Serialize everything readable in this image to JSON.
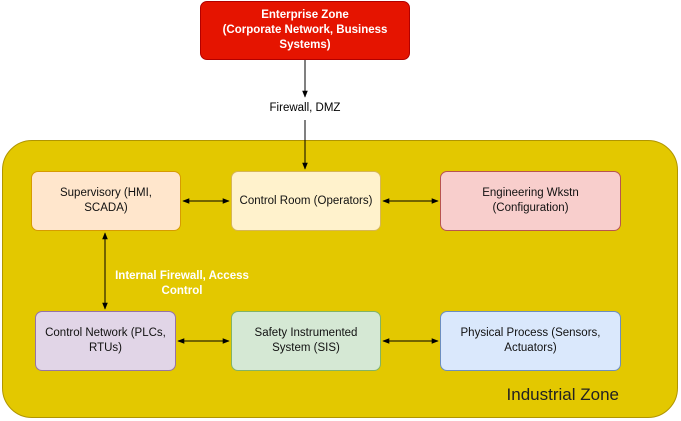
{
  "colors": {
    "enterprise_fill": "#e51400",
    "enterprise_border": "#b20000",
    "industrial_fill": "#e3c800",
    "industrial_border": "#b09500",
    "supervisory_fill": "#ffe6cc",
    "supervisory_border": "#d79b00",
    "control_room_fill": "#fff2cc",
    "control_room_border": "#d6b656",
    "engineering_fill": "#f8cecc",
    "engineering_border": "#b85450",
    "control_network_fill": "#e1d5e7",
    "control_network_border": "#9673a6",
    "sis_fill": "#d5e8d4",
    "sis_border": "#82b366",
    "physical_fill": "#dae8fc",
    "physical_border": "#6c8ebf"
  },
  "enterprise_zone": {
    "label": "Enterprise Zone\n(Corporate Network, Business Systems)"
  },
  "firewall_dmz": {
    "label": "Firewall, DMZ"
  },
  "industrial_zone": {
    "label": "Industrial Zone"
  },
  "nodes": {
    "supervisory": "Supervisory  (HMI, SCADA)",
    "control_room": "Control Room (Operators)",
    "engineering": "Engineering Wkstn (Configuration)",
    "control_network": "Control Network (PLCs, RTUs)",
    "sis": "Safety Instrumented System (SIS)",
    "physical_process": "Physical Process  (Sensors, Actuators)"
  },
  "internal_firewall": {
    "label": "Internal Firewall, Access Control"
  }
}
